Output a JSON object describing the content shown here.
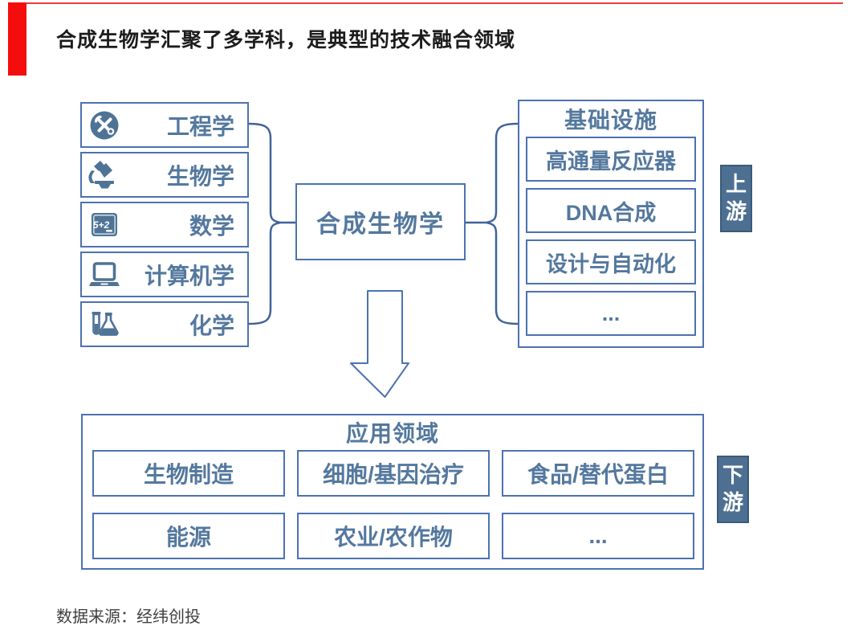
{
  "slide": {
    "title": "合成生物学汇聚了多学科，是典型的技术融合领域",
    "source_note": "数据来源：经纬创投"
  },
  "colors": {
    "accent_red": "#f50d0d",
    "box_border_blue": "#4c72b0",
    "label_blue": "#54789e",
    "badge_fill": "#4d7092",
    "badge_border": "#3b5a7a"
  },
  "disciplines": {
    "items": [
      {
        "label": "工程学",
        "icon": "tools-icon"
      },
      {
        "label": "生物学",
        "icon": "microscope-icon"
      },
      {
        "label": "数学",
        "icon": "blackboard-icon",
        "icon_text": "5+2"
      },
      {
        "label": "计算机学",
        "icon": "laptop-icon"
      },
      {
        "label": "化学",
        "icon": "chemistry-icon"
      }
    ]
  },
  "center_node": {
    "label": "合成生物学"
  },
  "infrastructure": {
    "header": "基础设施",
    "items": [
      "高通量反应器",
      "DNA合成",
      "设计与自动化",
      "..."
    ],
    "badge": "上游"
  },
  "applications": {
    "header": "应用领域",
    "items": [
      "生物制造",
      "细胞/基因治疗",
      "食品/替代蛋白",
      "能源",
      "农业/农作物",
      "..."
    ],
    "badge": "下游"
  }
}
